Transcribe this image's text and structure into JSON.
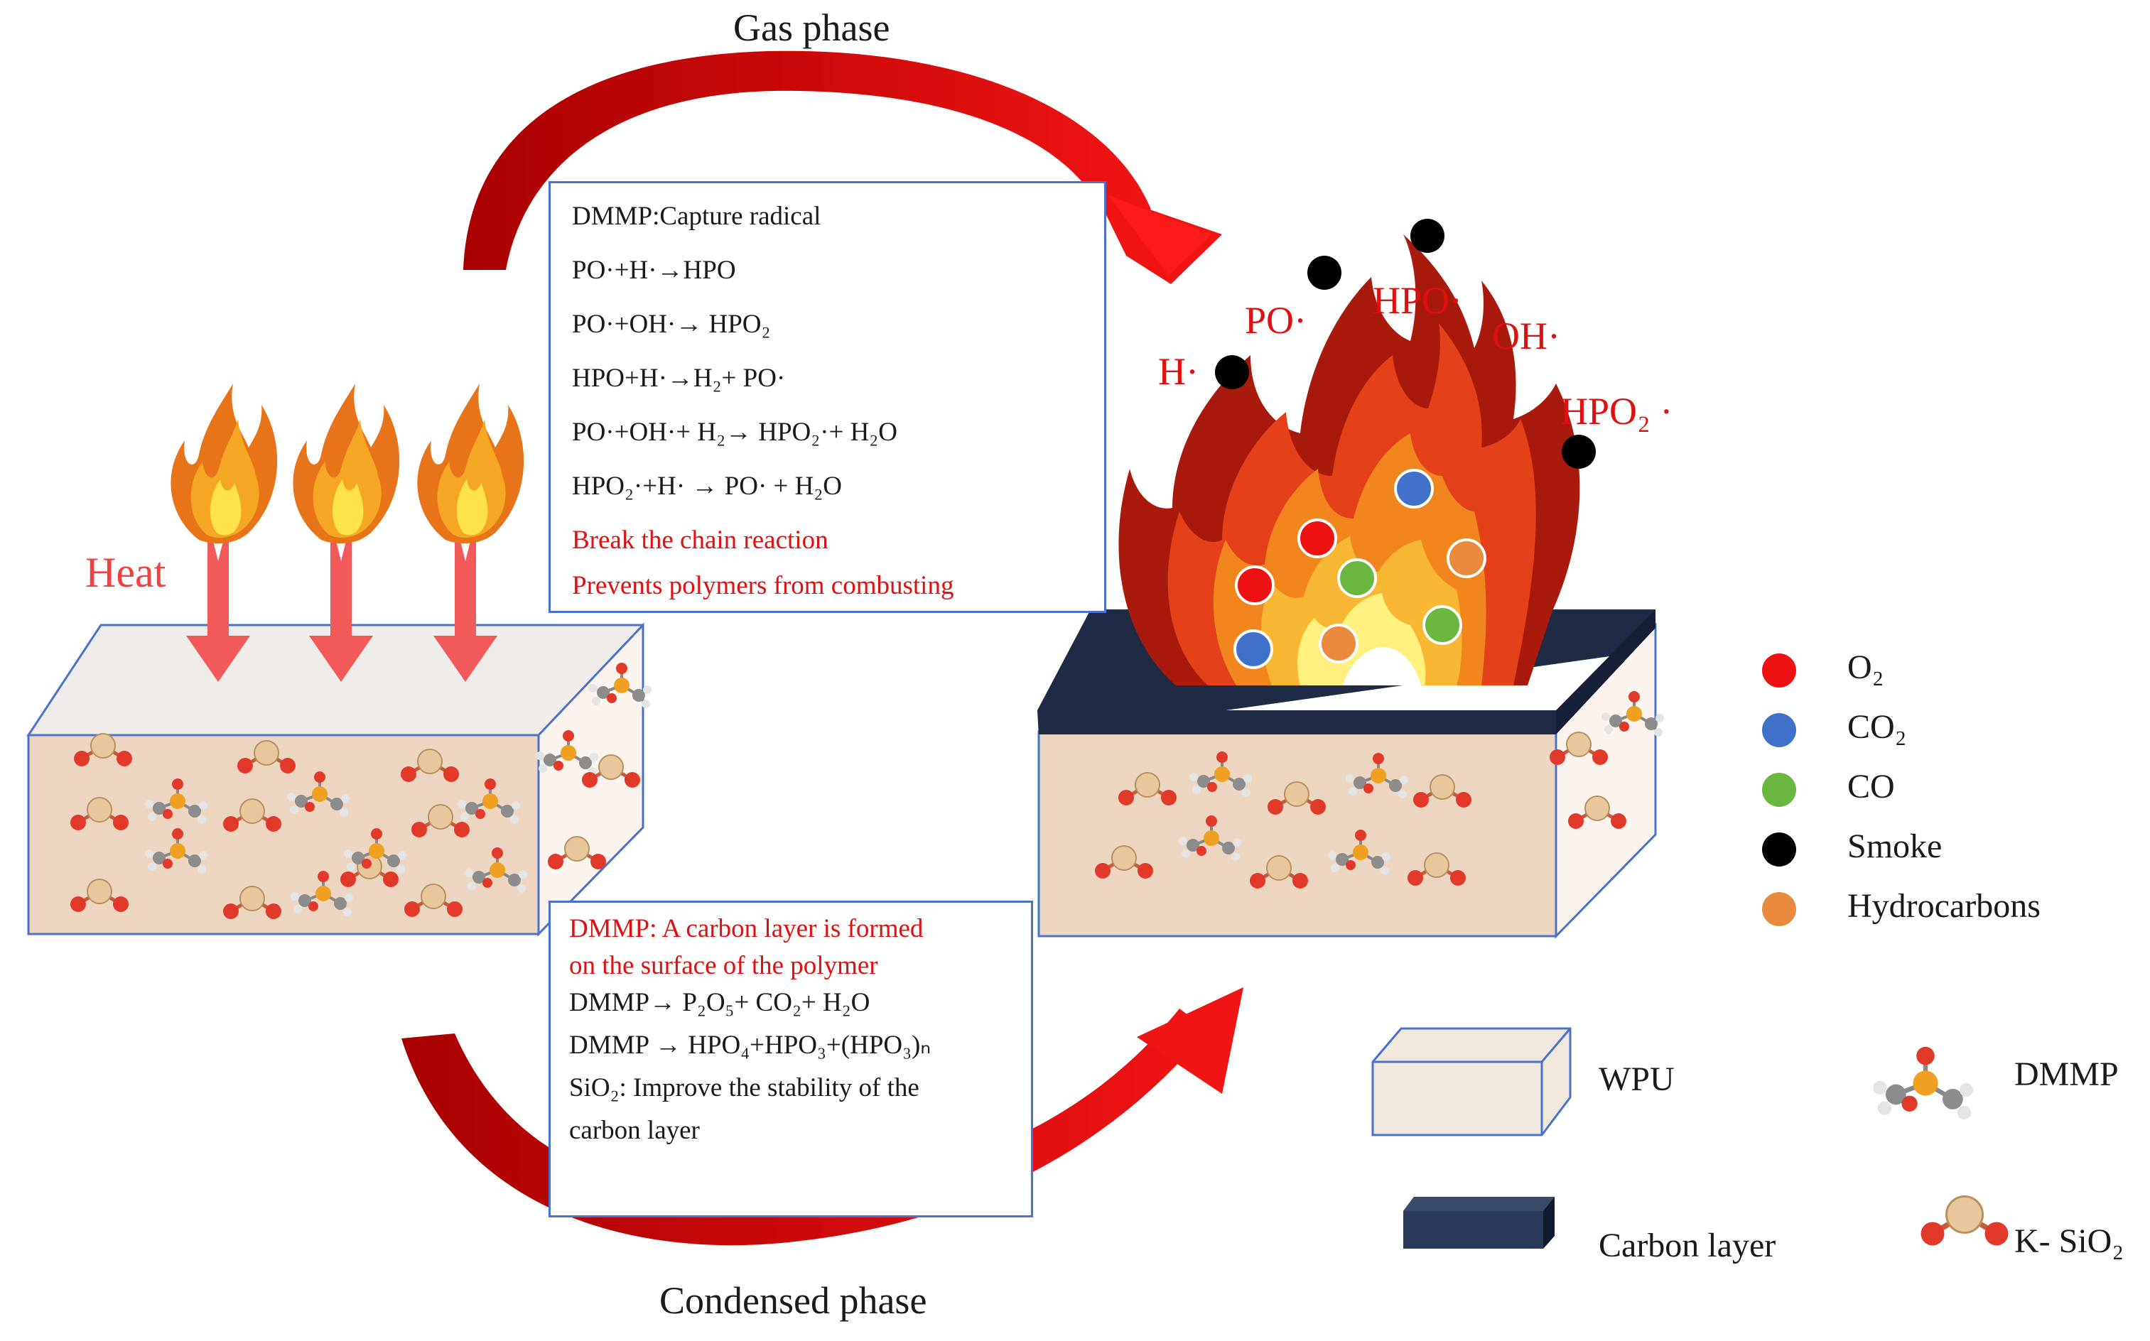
{
  "labels": {
    "gas_phase": "Gas phase",
    "condensed_phase": "Condensed phase",
    "heat": "Heat"
  },
  "gas_box": {
    "lines": [
      {
        "text": "DMMP:Capture radical",
        "red": false
      },
      {
        "text": "PO·+H·→HPO",
        "red": false
      },
      {
        "text": "PO·+OH·→ HPO₂",
        "red": false
      },
      {
        "text": "HPO+H·→H₂+ PO·",
        "red": false
      },
      {
        "text": "PO·+OH·+ H₂→ HPO₂·+ H₂O",
        "red": false
      },
      {
        "text": "HPO₂·+H· → PO· + H₂O",
        "red": false
      },
      {
        "text": "Break the chain reaction",
        "red": true
      },
      {
        "text": "Prevents polymers from combusting",
        "red": true
      }
    ]
  },
  "condensed_box": {
    "lines": [
      {
        "text": "DMMP: A carbon layer is formed",
        "red": true
      },
      {
        "text": "on the surface of the polymer",
        "red": true
      },
      {
        "text": "DMMP→ P₂O₅+ CO₂+ H₂O",
        "red": false
      },
      {
        "text": "DMMP → HPO₄+HPO₃+(HPO₃)ₙ",
        "red": false
      },
      {
        "text": "SiO₂: Improve the stability of the",
        "red": false
      },
      {
        "text": "carbon layer",
        "red": false
      }
    ]
  },
  "radicals": {
    "h": "H·",
    "po": "PO·",
    "hpo": "HPO·",
    "oh": "OH·",
    "hpo2": "HPO₂ ·"
  },
  "legend": {
    "items": [
      {
        "label": "O₂",
        "color": "#ee1111"
      },
      {
        "label": "CO₂",
        "color": "#3f72c8"
      },
      {
        "label": "CO",
        "color": "#6ab840"
      },
      {
        "label": "Smoke",
        "color": "#000000"
      },
      {
        "label": "Hydrocarbons",
        "color": "#ea8a3c"
      }
    ],
    "wpu": "WPU",
    "carbon_layer": "Carbon layer",
    "dmmp": "DMMP",
    "k_sio2": "K- SiO₂"
  },
  "colors": {
    "arrow_red": "#e81010",
    "arrow_dark": "#a80000",
    "box_border": "#4a72c8",
    "slab_front": "#ecd6c2",
    "slab_top": "#f0ecea",
    "slab_side": "#fbf4ee",
    "carbon": "#1f2a44",
    "heat_arrow": "#f25a5a"
  }
}
